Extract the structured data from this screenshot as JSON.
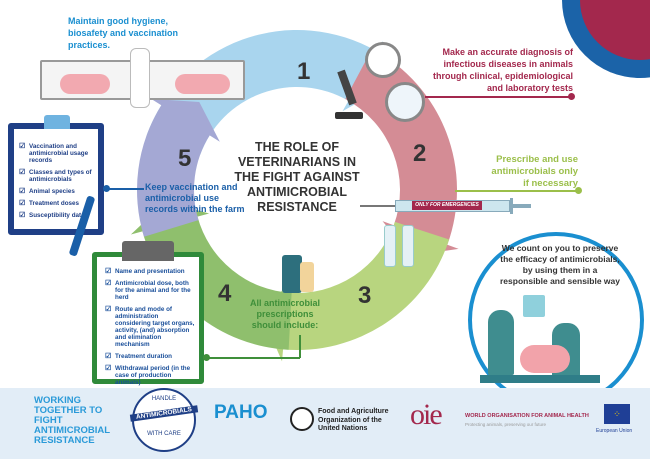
{
  "hygiene_text": "Maintain good hygiene, biosafety and vaccination practices.",
  "diagnosis_text": "Make an accurate diagnosis of infectious diseases in animals through clinical, epidemiological and laboratory tests",
  "prescribe_text": "Prescribe and use antimicrobials only if necessary",
  "syringe_label": "ONLY FOR EMERGENCIES",
  "count_on_you_text": "We count on you to preserve the efficacy of antimicrobials, by using them in a responsible and sensible way",
  "records_text": "Keep vaccination and antimicrobial use records within the farm",
  "prescriptions_text": "All antimicrobial prescriptions should include:",
  "center_title": "THE ROLE OF VETERINARIANS IN THE FIGHT AGAINST ANTIMICROBIAL RESISTANCE",
  "steps": [
    "1",
    "2",
    "3",
    "4",
    "5"
  ],
  "records_list": [
    "Vaccination and antimicrobial usage records",
    "Classes and types of antimicrobials",
    "Animal species",
    "Treatment doses",
    "Susceptibility data"
  ],
  "prescription_list": [
    "Name and presentation",
    "Antimicrobial dose, both for the animal and for the herd",
    "Route and mode of administration considering target organs, activity, (and) absorption and elimination mechanism",
    "Treatment duration",
    "Withdrawal period (in the case of production animals)"
  ],
  "footer": {
    "slogan": "WORKING TOGETHER TO FIGHT ANTIMICROBIAL RESISTANCE",
    "badge_top": "HANDLE",
    "badge_middle": "ANTIMICROBIALS",
    "badge_bottom": "WITH CARE",
    "paho": "PAHO",
    "fao": "Food and Agriculture Organization of the United Nations",
    "oie_logo": "OIE",
    "oie_name": "WORLD ORGANISATION FOR ANIMAL HEALTH",
    "oie_tagline": "Protecting animals, preserving our future",
    "eu": "European Union"
  },
  "colors": {
    "seg1": "#a9d5ee",
    "seg2": "#d48c95",
    "seg3": "#b8d57f",
    "seg4": "#8fbf6d",
    "seg5": "#a4a8d4",
    "blue": "#1a8fd0",
    "red": "#a3284d",
    "navy": "#1f3f86",
    "green": "#2f8a3a"
  }
}
